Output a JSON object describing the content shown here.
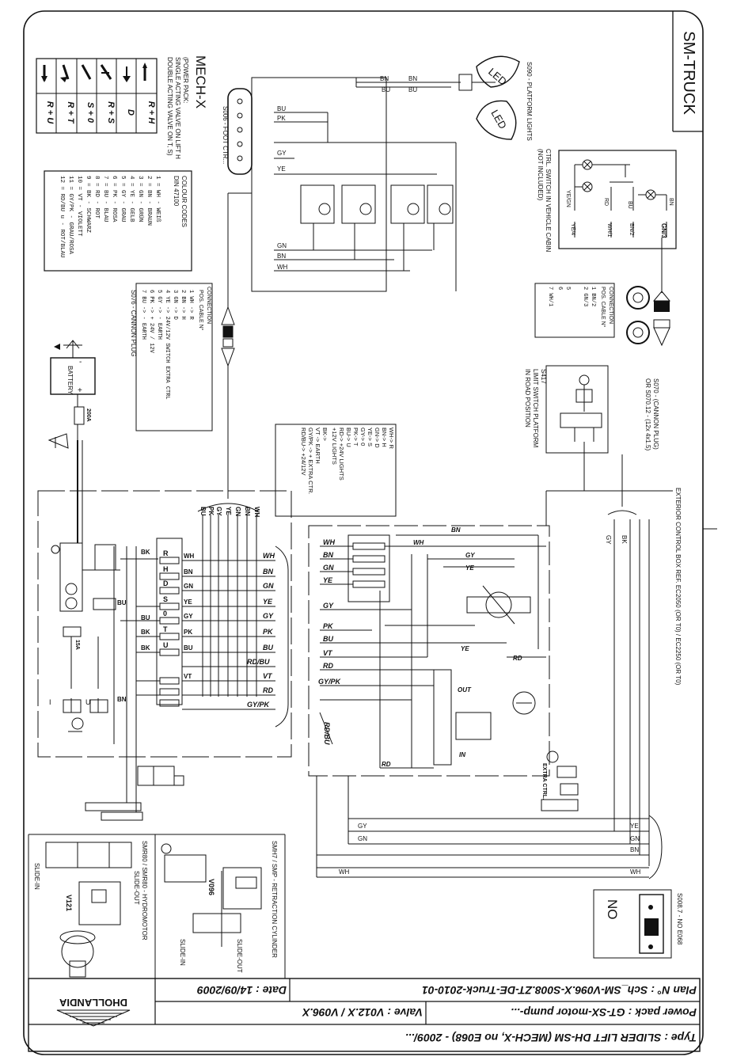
{
  "sheet_title": "SM-TRUCK",
  "title_block": {
    "type_line": "Type : SLIDER LIFT DH-SM (MECH-X, no E068)   -   2009/...",
    "power_pack_line": "Power pack : GT-SX-motor pump-...",
    "valve_line": "Valve : V012.X / V096.X",
    "plan_line": "Plan N° : Sch_SM-V096.X-S008.ZT-DE-Truck-2010-01",
    "date_line": "Date : 14/09/2009",
    "logo_text": "DHOLLANDIA"
  },
  "mech_x": {
    "title": "MECH-X",
    "desc": [
      "(POWER PACK:",
      "SINGLE ACTING VALVE ON LIFT H",
      "DOUBLE ACTING VALVE ON T, S)"
    ],
    "functions": [
      "R + H",
      "D",
      "R + S",
      "S + 0",
      "R + T",
      "R + U"
    ]
  },
  "colour_codes": {
    "title": "COLOUR CODES",
    "subtitle": "DIN 47100",
    "rows": [
      "1 = WH    - WEIß",
      "2 = BN    - BRAUN",
      "3 = GN    - GRÜN",
      "4 = YE    - GELB",
      "5 = GY    - GRAU",
      "6 = PK    - ROSA",
      "7 = BU    - BLAU",
      "8 = RD    - ROT",
      "9 = BK    - SCHWARZ",
      "10 = VT    - VIOLETT",
      "11 = GY/PK  - GRAU/ROSA",
      "12 = RD/BU u - ROT/BLAU"
    ]
  },
  "s006_label": "S006 - FOOT CTR...",
  "s090_label": "S090 - PLATFORM LIGHTS",
  "led_label": "LED",
  "cabin_switch": [
    "CTRL. SWITCH IN VEHICLE CABIN",
    "(NOT INCLUDED)"
  ],
  "cabin_wires": [
    "YE/GN",
    "RD",
    "BU",
    "BN"
  ],
  "cabin_pins": [
    "YE/4",
    "WH/1",
    "BN/2",
    "GN/3"
  ],
  "cabin_connection": {
    "title": "CONNECTION",
    "header": "POS.  CABLE N°",
    "rows": [
      "1      BN/2",
      "2      GN/3",
      "5",
      "6",
      "7      WH/1"
    ]
  },
  "s070": [
    "S070 - (CANNON PLUG)",
    "OR S070.12 - (12x 4x1.5)"
  ],
  "s417": [
    "S417",
    "LIMIT SWITCH PLATFORM",
    "IN ROAD POSITION"
  ],
  "s076": {
    "title": "CONNECTION",
    "header": "POS.  CABLE N°",
    "rows": [
      "1   WH -> R",
      "2   BN -> H",
      "3   GN -> D",
      "4   YE -> 24V/12V SWITCH EXTRA CTRL",
      "5   GY -> - EARTH",
      "6   PK -> + 24V / 12V",
      "7   BU -> - EARTH"
    ],
    "footer": "S076 - CANNON PLUG"
  },
  "wire_map": [
    "WH-> R",
    "BN-> H",
    "GN-> D",
    "YE-> S",
    "GY-> 0",
    "PK-> T",
    "BU-> U",
    "RD-> +24V LIGHTS",
    "  +12V LIGHTS",
    "BK->",
    "VT -> EARTH",
    "GY/PK -> + EXTRA CTR.",
    "RD/BU-> +24/12V"
  ],
  "ext_box": "EXTERIOR CONTROL BOX REF. EC2050 (OR T0) / EC2250 (OR T0)",
  "s008": "S008.7 - NO E068",
  "no_label": "NO",
  "battery": "BATTERY",
  "fuse_200a": "200A",
  "fuse_15a": "15A",
  "smh_label": "SMH7 / SMP - RETRACTION CYLINDER",
  "smr_label": "SMR80 / SMR80 - HYDROMOTOR",
  "slide_in": "SLIDE-IN",
  "slide_out": "SLIDE-OUT",
  "v121": "V121",
  "v096": "V096",
  "extra_ctrl": "EXTRA CTRL.",
  "out_label": "OUT",
  "in_label": "IN",
  "main_wires": [
    "WH",
    "BN",
    "GN",
    "YE",
    "GY",
    "PK",
    "BU",
    "RD/BU",
    "VT",
    "RD",
    "GY/PK"
  ],
  "bundle_wires": [
    "WH",
    "BN",
    "GN",
    "YE",
    "GY",
    "PK",
    "BU"
  ],
  "ctrl_wires": [
    "WH",
    "BN",
    "GN",
    "YE",
    "GY",
    "PK",
    "BU",
    "VT",
    "RD",
    "GY/PK",
    "RD/BU"
  ],
  "bottom_wires": [
    "YE",
    "GN",
    "WH",
    "BK",
    "GY",
    "BN"
  ],
  "terminal_letters": [
    "R",
    "H",
    "D",
    "S",
    "0",
    "T",
    "U"
  ],
  "colors": {
    "ink": "#111111",
    "paper": "#ffffff"
  }
}
